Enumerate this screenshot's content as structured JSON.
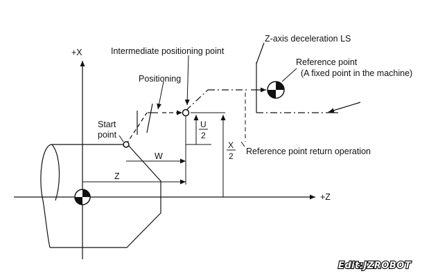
{
  "labels": {
    "plus_x": "+X",
    "plus_z": "+Z",
    "z_decel_ls": "Z-axis deceleration LS",
    "intermediate_point": "Intermediate positioning point",
    "reference_point_line1": "Reference point",
    "reference_point_line2": "(A fixed point in the machine)",
    "positioning": "Positioning",
    "start_point_line1": "Start",
    "start_point_line2": "point",
    "u_numerator": "U",
    "u_denominator": "2",
    "x_numerator": "X",
    "x_denominator": "2",
    "ref_return_operation": "Reference point return operation",
    "w": "W",
    "z": "Z"
  },
  "watermark": "Edit:JZROBOT"
}
